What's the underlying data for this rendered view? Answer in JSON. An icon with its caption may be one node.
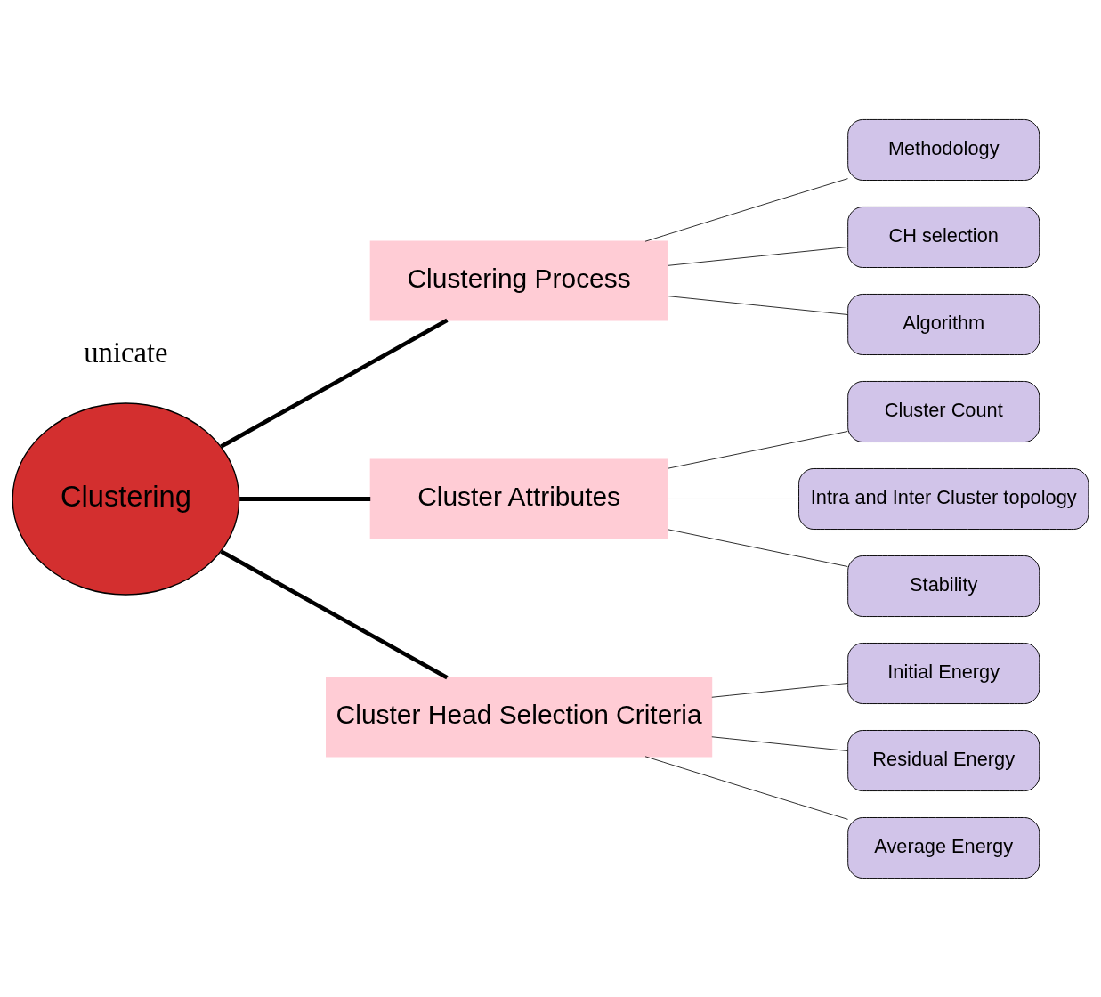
{
  "diagram": {
    "nodes": [
      {
        "text": [
          "Clustering"
        ]
      },
      {
        "text": [
          "Clustering Process"
        ]
      },
      {
        "text": [
          "Cluster Attributes"
        ]
      },
      {
        "text": [
          "Cluster Head Selection Criteria"
        ]
      },
      {
        "text": [
          "Methodology"
        ]
      },
      {
        "text": [
          "CH selection"
        ]
      },
      {
        "text": [
          "Algorithm"
        ]
      },
      {
        "text": [
          "Cluster Count"
        ]
      },
      {
        "text": [
          "Intra and Inter Cluster topology"
        ]
      },
      {
        "text": [
          "Stability"
        ]
      },
      {
        "text": [
          "Initial Energy"
        ]
      },
      {
        "text": [
          "Residual Energy"
        ]
      },
      {
        "text": [
          "Average Energy"
        ]
      }
    ],
    "edges": [
      {
        "from": 0,
        "to": 1,
        "arrow": "none",
        "style": "thick"
      },
      {
        "from": 0,
        "to": 2,
        "arrow": "none",
        "style": "thick"
      },
      {
        "from": 0,
        "to": 3,
        "arrow": "none",
        "style": "thick"
      },
      {
        "from": 1,
        "to": 4,
        "arrow": "none"
      },
      {
        "from": 1,
        "to": 5,
        "arrow": "none"
      },
      {
        "from": 1,
        "to": 6,
        "arrow": "none"
      },
      {
        "from": 2,
        "to": 7,
        "arrow": "none"
      },
      {
        "from": 2,
        "to": 8,
        "arrow": "none"
      },
      {
        "from": 2,
        "to": 9,
        "arrow": "none"
      },
      {
        "from": 3,
        "to": 10,
        "arrow": "none"
      },
      {
        "from": 3,
        "to": 11,
        "arrow": "none"
      },
      {
        "from": 3,
        "to": 12,
        "arrow": "none"
      }
    ],
    "labels": [
      "unicate"
    ]
  }
}
